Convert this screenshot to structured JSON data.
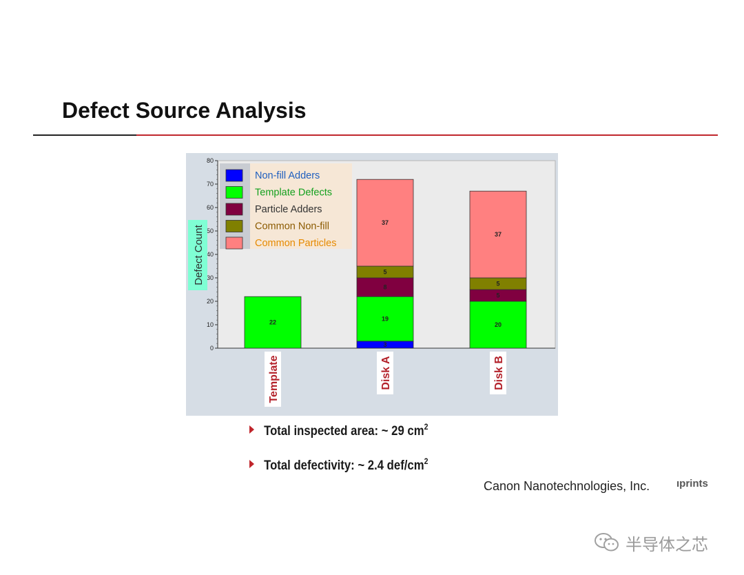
{
  "slide": {
    "title": "Defect Source Analysis",
    "bullets": [
      {
        "text": "Total inspected area: ~ 29 cm",
        "sup": "2"
      },
      {
        "text": "Total defectivity: ~ 2.4 def/cm",
        "sup": "2"
      }
    ],
    "credit": "Canon Nanotechnologies, Inc.",
    "credit_cut": "ıprints",
    "watermark": "半导体之芯",
    "watermark_icon": "wechat-icon"
  },
  "colors": {
    "accent": "#c0262c",
    "plot_bg": "#ebebeb",
    "outer_bg": "#d6dde5",
    "legend_bg": "#f6e7d6",
    "ylabel_bg": "#7fffd4"
  },
  "chart_data": {
    "type": "bar",
    "stacked": true,
    "title": "",
    "xlabel": "",
    "ylabel": "Defect Count",
    "ylim": [
      0,
      80
    ],
    "yticks": [
      0,
      10,
      20,
      30,
      40,
      50,
      60,
      70,
      80
    ],
    "grid": false,
    "legend_position": "top-left",
    "categories": [
      "Template",
      "Disk A",
      "Disk B"
    ],
    "series": [
      {
        "name": "Non-fill Adders",
        "color": "#0000ff",
        "label_color": "#1f5fbf",
        "values": [
          0,
          3,
          0
        ],
        "labels": [
          "",
          "3",
          ""
        ]
      },
      {
        "name": "Template Defects",
        "color": "#00ff00",
        "label_color": "#14a01e",
        "values": [
          22,
          19,
          20
        ],
        "labels": [
          "22",
          "19",
          "20"
        ]
      },
      {
        "name": "Particle Adders",
        "color": "#800040",
        "label_color": "#333333",
        "values": [
          0,
          8,
          5
        ],
        "labels": [
          "",
          "8",
          "5"
        ]
      },
      {
        "name": "Common Non-fill",
        "color": "#808000",
        "label_color": "#8b5a00",
        "values": [
          0,
          5,
          5
        ],
        "labels": [
          "",
          "5",
          "5"
        ]
      },
      {
        "name": "Common Particles",
        "color": "#ff8080",
        "label_color": "#e68a00",
        "values": [
          0,
          37,
          37
        ],
        "labels": [
          "",
          "37",
          "37"
        ]
      }
    ]
  }
}
